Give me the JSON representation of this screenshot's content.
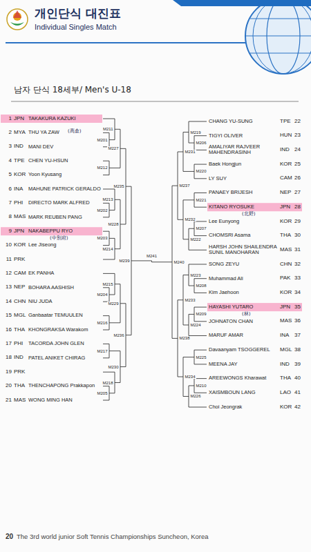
{
  "diagram": {
    "title": "개인단식 대진표",
    "labels": [
      "Individual Singles Match",
      "남자 단식 18세부/ Men's U-18",
      "1",
      "JPN",
      "TAKAKURA KAZUKI",
      "2",
      "MYA",
      "THU YA ZAW",
      "(高倉)",
      "3",
      "IND",
      "MANI DEV",
      "4",
      "TPE",
      "CHEN YU-HSUN",
      "5",
      "KOR",
      "Yoon Kyusang",
      "6",
      "INA",
      "MAHUNE PATRICK GERALDO",
      "7",
      "PHI",
      "DIRECTO MARK ALFRED",
      "8",
      "MAS",
      "MARK REUBEN PANG",
      "9",
      "JPN",
      "NAKABEPPU RYO",
      "(中別府)",
      "10",
      "KOR",
      "Lee Jiseong",
      "11",
      "PRK",
      "12",
      "CAM",
      "EK PANHA",
      "13",
      "NEP",
      "BOHARA AASHISH",
      "14",
      "CHN",
      "NIU JUDA",
      "15",
      "MGL",
      "Ganbaatar TEMUULEN",
      "16",
      "THA",
      "KHONGRAKSA Warakom",
      "17",
      "PHI",
      "TACORDA JOHN GLEN",
      "18",
      "IND",
      "PATEL ANIKET CHIRAG",
      "19",
      "PRK",
      "20",
      "THA",
      "THENCHAPONG Prakkapon",
      "21",
      "MAS",
      "WONG MING HAN",
      "CHANG YU-SUNG",
      "TPE",
      "22",
      "TIGYI OLIVER",
      "HUN",
      "23",
      "AMALIYAR RAJVEER MAHENDRASINH",
      "IND",
      "24",
      "Baek Hongjun",
      "KOR",
      "25",
      "LY SUY",
      "CAM",
      "26",
      "PANAEY BRIJESH",
      "NEP",
      "27",
      "KITANO RYOSUKE",
      "JPN",
      "28",
      "(北野)",
      "Lee Eunyong",
      "KOR",
      "29",
      "CHOMSRI Asama",
      "THA",
      "30",
      "HARSH JOHN SHAILENDRA SUNIL MANOHARAN",
      "MAS",
      "31",
      "SONG ZEYU",
      "CHN",
      "32",
      "Muhammad Ali",
      "PAK",
      "33",
      "Kim Jaehoon",
      "KOR",
      "34",
      "HAYASHI YUTARO",
      "JPN",
      "35",
      "(林)",
      "JOHNATON CHAN",
      "MAS",
      "36",
      "MARUF AMAR",
      "INA",
      "37",
      "Davaanyam TSOGGEREL",
      "MGL",
      "38",
      "MEENA JAY",
      "IND",
      "39",
      "AREEWONGS Kharawat",
      "THA",
      "40",
      "XAISMBOUN LANG",
      "LAO",
      "41",
      "Choi Jeongrak",
      "KOR",
      "42",
      "M211",
      "M201",
      "M227",
      "M212",
      "M235",
      "M213",
      "M202",
      "M228",
      "M203",
      "M214",
      "M239",
      "M241",
      "M215",
      "M204",
      "M229",
      "M216",
      "M236",
      "M217",
      "M230",
      "M205",
      "M218",
      "M219",
      "M206",
      "M231",
      "M220",
      "M237",
      "M221",
      "M232",
      "M207",
      "M222",
      "M240",
      "M223",
      "M208",
      "M233",
      "M209",
      "M224",
      "M238",
      "M225",
      "M234",
      "M210",
      "M226",
      "20",
      "The 3rd world junior Soft Tennis Championships Suncheon, Korea"
    ]
  }
}
